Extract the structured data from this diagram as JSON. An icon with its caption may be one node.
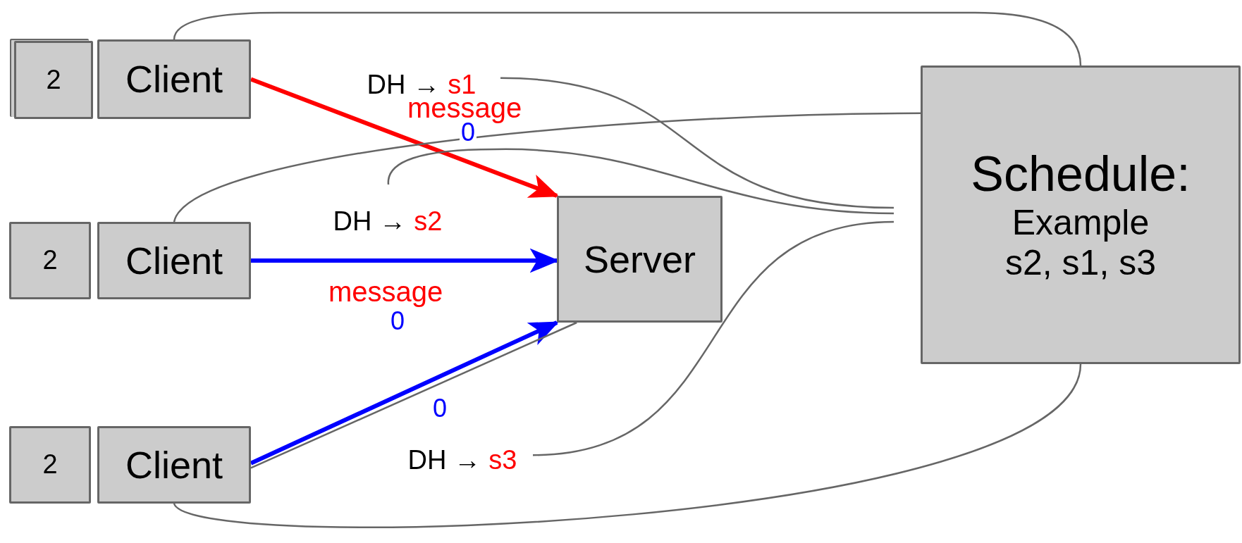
{
  "diagram": {
    "nodes": [
      {
        "text": [
          "2"
        ]
      },
      {
        "text": [
          "Client"
        ]
      },
      {
        "text": [
          "DH →",
          "s1"
        ]
      },
      {
        "text": [
          "Schedule:",
          "Example",
          "s2, s1, s3"
        ]
      },
      {
        "text": [
          "DH →",
          "s2"
        ]
      },
      {
        "text": [
          "2"
        ]
      },
      {
        "text": [
          "Client"
        ]
      },
      {
        "text": [
          "Server"
        ]
      },
      {
        "text": [
          "2"
        ]
      },
      {
        "text": [
          "Client"
        ]
      },
      {
        "text": [
          "DH →",
          "s3"
        ]
      }
    ],
    "edges": [
      {
        "from": 1,
        "to": 7,
        "arrow": "to",
        "style": "thick",
        "color": "#ff0000"
      },
      {
        "from": 6,
        "to": 7,
        "arrow": "to",
        "style": "thick",
        "color": "#0000ff"
      },
      {
        "from": 9,
        "to": 7,
        "arrow": "to",
        "style": "thick",
        "color": "#0000ff"
      },
      {
        "from": 9,
        "to": 7,
        "arrow": "none"
      },
      {
        "from": 1,
        "to": 3,
        "arrow": "none"
      },
      {
        "from": 6,
        "to": 3,
        "arrow": "none"
      },
      {
        "from": 9,
        "to": 3,
        "arrow": "none"
      },
      {
        "from": 2,
        "to": null,
        "arrow": "none"
      },
      {
        "from": 4,
        "to": null,
        "arrow": "none"
      },
      {
        "from": 10,
        "to": null,
        "arrow": "none"
      }
    ],
    "labels": [
      "message",
      "0",
      "message",
      "0",
      "0"
    ]
  }
}
